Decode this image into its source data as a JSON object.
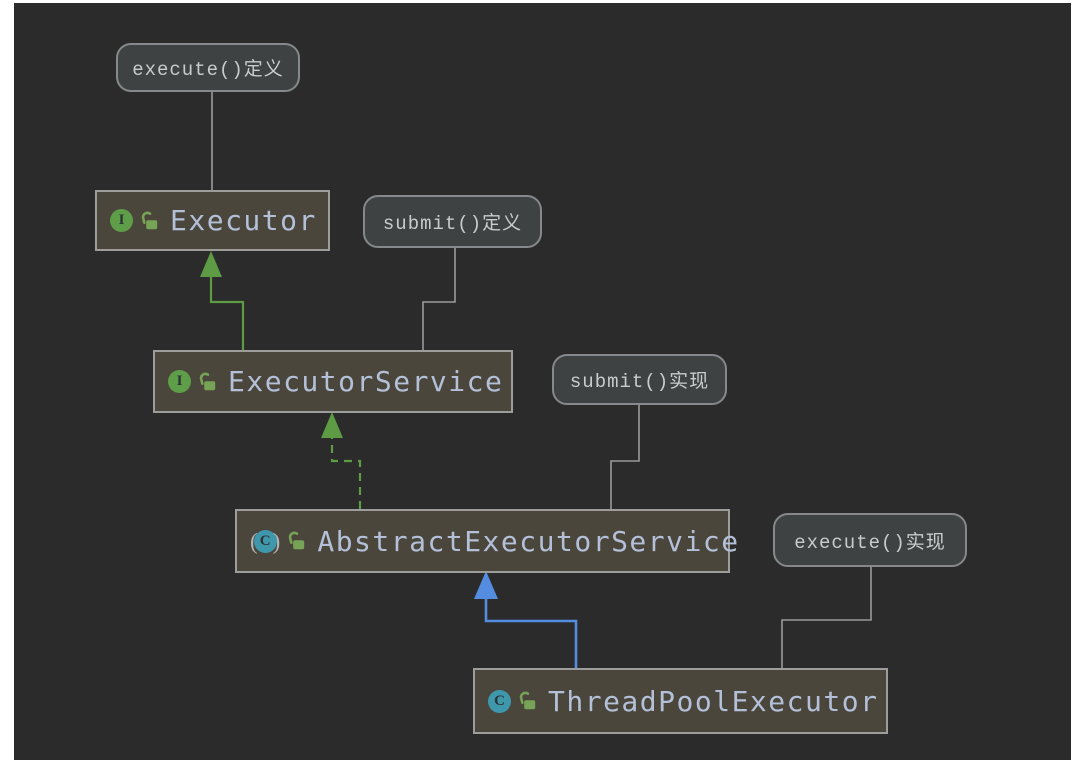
{
  "diagram_type": "uml-class-hierarchy",
  "colors": {
    "page_bg": "#ffffff",
    "canvas_bg": "#2b2b2b",
    "node_fill": "#4a463c",
    "node_border": "#9d9d9b",
    "node_text": "#b3c0d8",
    "bubble_fill": "#3e4243",
    "bubble_border": "#85898b",
    "bubble_text": "#c9cbcc",
    "connector_gray": "#9a9a9a",
    "extends_green": "#5d9b45",
    "extends_blue": "#548ce0",
    "icon_interface_green": "#5f9e48",
    "icon_class_teal": "#3f97ac",
    "icon_lock_green": "#77a356",
    "icon_letter_dark": "#2c3335",
    "icon_paren_gray": "#b0b5b7"
  },
  "icons": {
    "interface_letter": "I",
    "class_letter": "C",
    "abstract_open_paren": "(",
    "abstract_close_paren": ")"
  },
  "nodes": [
    {
      "name": "Executor",
      "kind": "interface",
      "visibility": "public"
    },
    {
      "name": "ExecutorService",
      "kind": "interface",
      "visibility": "public"
    },
    {
      "name": "AbstractExecutorService",
      "kind": "abstract-class",
      "visibility": "public"
    },
    {
      "name": "ThreadPoolExecutor",
      "kind": "class",
      "visibility": "public"
    }
  ],
  "annotations": [
    {
      "label": "execute()定义",
      "target": "Executor"
    },
    {
      "label": "submit()定义",
      "target": "ExecutorService"
    },
    {
      "label": "submit()实现",
      "target": "AbstractExecutorService"
    },
    {
      "label": "execute()实现",
      "target": "ThreadPoolExecutor"
    }
  ],
  "edges": [
    {
      "from": "ExecutorService",
      "to": "Executor",
      "relation": "extends",
      "style": "solid-green-arrow"
    },
    {
      "from": "AbstractExecutorService",
      "to": "ExecutorService",
      "relation": "implements",
      "style": "dashed-green-arrow"
    },
    {
      "from": "ThreadPoolExecutor",
      "to": "AbstractExecutorService",
      "relation": "extends",
      "style": "solid-blue-arrow"
    }
  ]
}
